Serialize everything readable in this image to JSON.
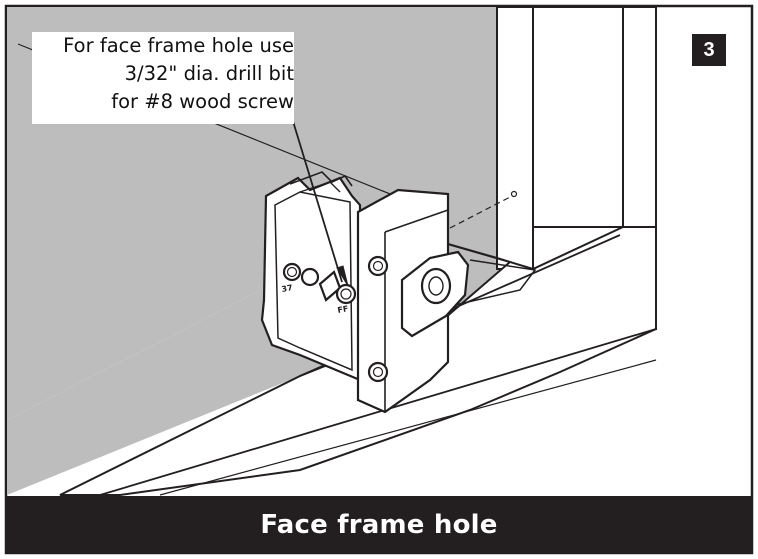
{
  "callout": {
    "lines": [
      "For face frame hole use",
      "3/32\" dia. drill bit",
      "for #8 wood screw"
    ]
  },
  "step_number": "3",
  "caption": "Face frame hole",
  "part_labels": {
    "left_hole": "37",
    "right_hole": "FF"
  },
  "colors": {
    "cabinet_wall": "#bdbdbd",
    "caption_bar": "#231f20",
    "outline": "#231f20",
    "paper": "#ffffff"
  }
}
